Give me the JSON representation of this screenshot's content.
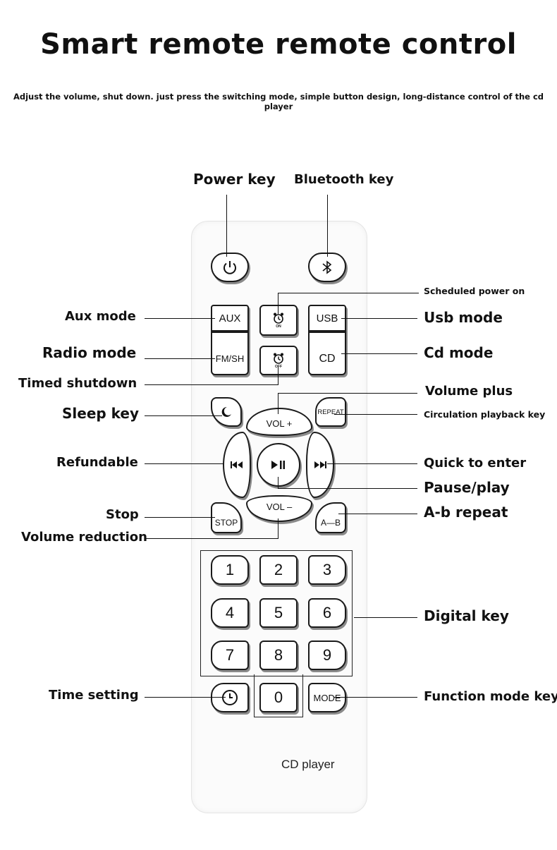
{
  "header": {
    "title": "Smart remote remote control",
    "subtitle": "Adjust the volume, shut down. just press the switching mode, simple button design, long-distance control of the cd player"
  },
  "remote": {
    "model_label": "CD player",
    "buttons": {
      "aux": "AUX",
      "usb": "USB",
      "fm": "FM/SH",
      "cd": "CD",
      "repeat": "REPEAT",
      "vol_plus": "VOL +",
      "vol_minus": "VOL –",
      "stop": "STOP",
      "ab": "A—B",
      "mode": "MODE",
      "alarm_on": "ON",
      "alarm_off": "OFF",
      "digits": [
        "1",
        "2",
        "3",
        "4",
        "5",
        "6",
        "7",
        "8",
        "9",
        "0"
      ]
    }
  },
  "callouts": {
    "power_key": "Power key",
    "bluetooth_key": "Bluetooth key",
    "scheduled_power_on": "Scheduled power on",
    "aux_mode": "Aux mode",
    "usb_mode": "Usb mode",
    "radio_mode": "Radio mode",
    "cd_mode": "Cd mode",
    "timed_shutdown": "Timed shutdown",
    "volume_plus": "Volume plus",
    "sleep_key": "Sleep key",
    "circulation_playback_key": "Circulation playback key",
    "refundable": "Refundable",
    "quick_to_enter": "Quick to enter",
    "pause_play": "Pause/play",
    "stop": "Stop",
    "ab_repeat": "A-b repeat",
    "volume_reduction": "Volume reduction",
    "digital_key": "Digital key",
    "time_setting": "Time setting",
    "function_mode_key": "Function mode key"
  }
}
